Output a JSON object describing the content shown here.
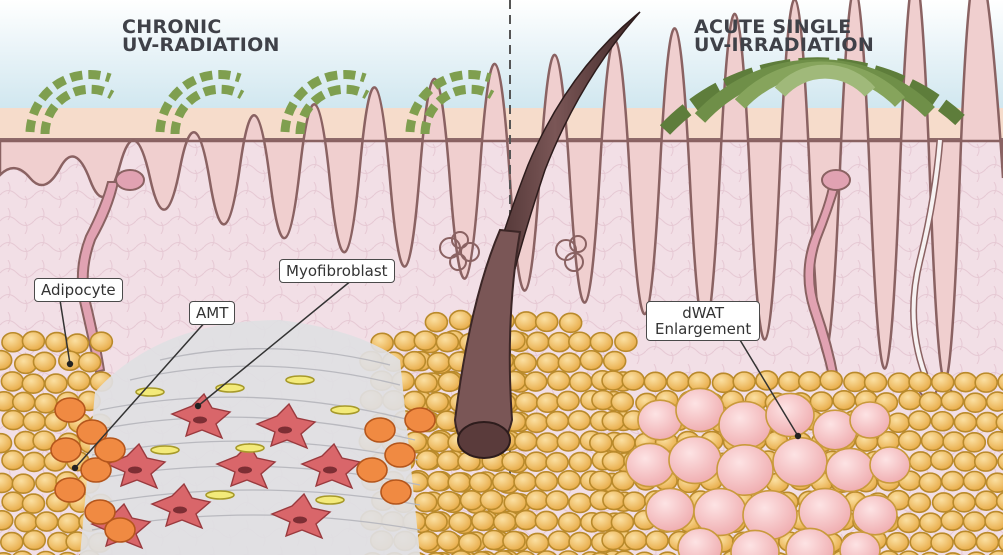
{
  "headings": {
    "left": {
      "line1": "CHRONIC",
      "line2": "UV-RADIATION"
    },
    "right": {
      "line1": "ACUTE SINGLE",
      "line2": "UV-IRRADIATION"
    }
  },
  "callouts": {
    "adipocyte": "Adipocyte",
    "amt": "AMT",
    "myofibroblast": "Myofibroblast",
    "dwat": {
      "line1": "dWAT",
      "line2": "Enlargement"
    }
  },
  "colors": {
    "sky": "#dfeef4",
    "epidermis": "#f7dccb",
    "dermis": "#efdbe3",
    "adipocyte": "#f2c46a",
    "adipocyte_outline": "#b98a2b",
    "amt_cell": "#f08a42",
    "myofibroblast": "#d9666a",
    "enlarged_adipocyte": "#f7c6c9",
    "hair": "#5a3b3b",
    "uv_stripe": "#7f9f4f"
  }
}
